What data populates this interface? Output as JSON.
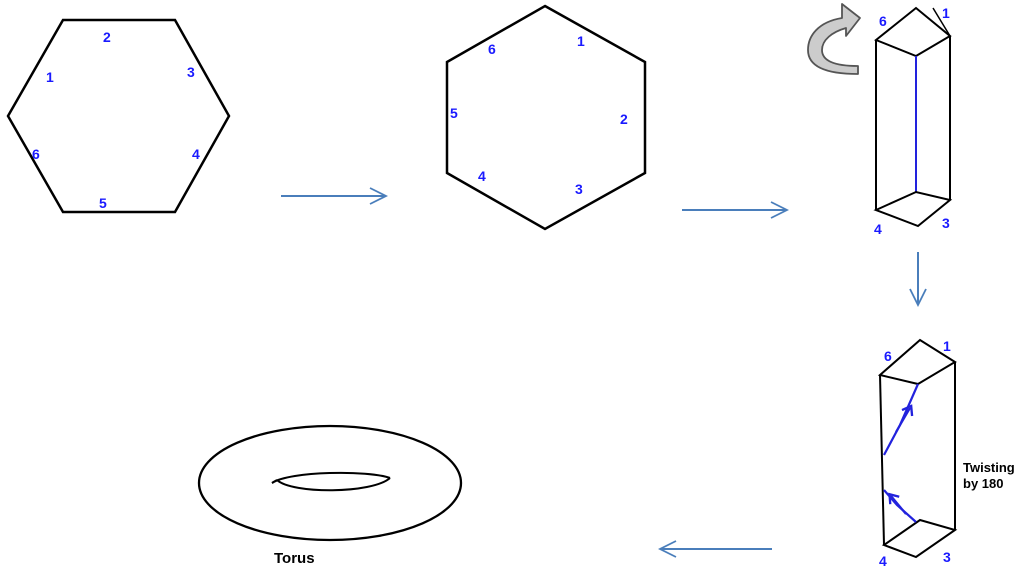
{
  "colors": {
    "stroke": "#000000",
    "label": "#1a1aff",
    "arrow": "#4a7ebb",
    "twist_line": "#2222dd",
    "curl_fill": "#cccccc",
    "curl_stroke": "#555555"
  },
  "hexagon_1": {
    "labels": [
      "1",
      "2",
      "3",
      "4",
      "5",
      "6"
    ]
  },
  "hexagon_2": {
    "labels": [
      "1",
      "2",
      "3",
      "4",
      "5",
      "6"
    ]
  },
  "prism_1": {
    "labels": [
      "6",
      "1",
      "4",
      "3"
    ],
    "rotate_icon": "curved-rotate-arrow-icon"
  },
  "prism_2": {
    "labels": [
      "6",
      "1",
      "4",
      "3"
    ],
    "caption_line1": "Twisting",
    "caption_line2": "by 180"
  },
  "torus": {
    "caption": "Torus"
  },
  "flow_arrows": [
    "right",
    "right",
    "down",
    "left"
  ]
}
